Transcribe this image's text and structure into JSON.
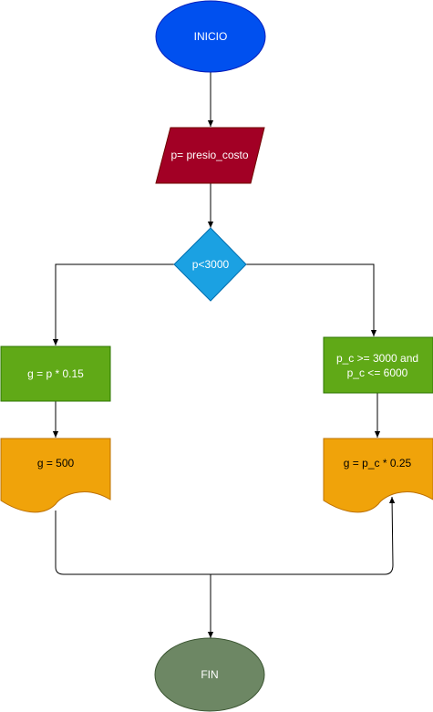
{
  "flowchart": {
    "start": {
      "label": "INICIO",
      "fill": "#0050EF"
    },
    "input": {
      "label": "p= presio_costo",
      "fill": "#A20025"
    },
    "decision": {
      "label": "p<3000",
      "fill": "#1BA1E2"
    },
    "process_left": {
      "label": "g = p * 0.15",
      "fill": "#60A917"
    },
    "process_right": {
      "line1": "p_c >= 3000 and",
      "line2": "p_c <= 6000",
      "fill": "#60A917"
    },
    "doc_left": {
      "label": "g = 500",
      "fill": "#F0A30A"
    },
    "doc_right": {
      "label": "g = p_c * 0.25",
      "fill": "#F0A30A"
    },
    "end": {
      "label": "FIN",
      "fill": "#6D8764"
    }
  }
}
